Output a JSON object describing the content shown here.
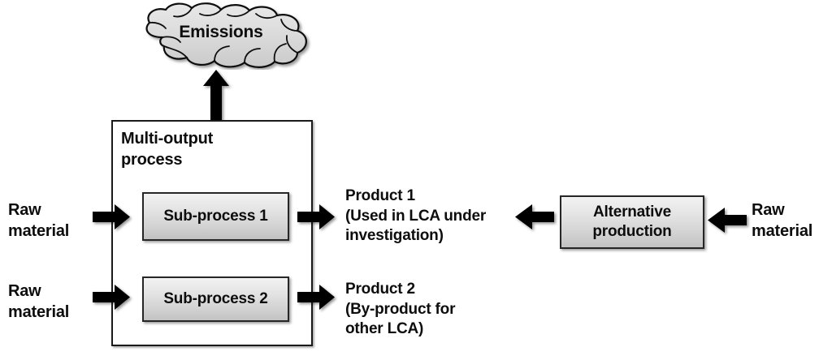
{
  "diagram": {
    "title": "Multi-output process LCA allocation diagram",
    "emissions": {
      "label": "Emissions",
      "shape": "cloud-shape"
    },
    "multi_output_process": {
      "label": "Multi-output\nprocess",
      "sub_processes": [
        {
          "label": "Sub-process 1"
        },
        {
          "label": "Sub-process 2"
        }
      ]
    },
    "inputs": [
      {
        "label": "Raw\nmaterial",
        "target": "sub-process-1"
      },
      {
        "label": "Raw\nmaterial",
        "target": "sub-process-2"
      },
      {
        "label": "Raw\nmaterial",
        "target": "alternative-production"
      }
    ],
    "outputs": [
      {
        "label": "Product 1\n(Used in LCA under\ninvestigation)"
      },
      {
        "label": "Product 2\n(By-product for\nother LCA)"
      }
    ],
    "alternative_production": {
      "label": "Alternative\nproduction"
    },
    "arrows": [
      {
        "name": "emissions-arrow",
        "direction": "up"
      },
      {
        "name": "raw-material-1-arrow",
        "direction": "right"
      },
      {
        "name": "raw-material-2-arrow",
        "direction": "right"
      },
      {
        "name": "product-1-arrow",
        "direction": "right"
      },
      {
        "name": "product-2-arrow",
        "direction": "right"
      },
      {
        "name": "alternative-to-product-1-arrow",
        "direction": "left"
      },
      {
        "name": "raw-material-3-arrow",
        "direction": "left"
      }
    ]
  },
  "colors": {
    "stroke": "#1a1a1a",
    "text": "#0d0d0d",
    "box_gradient_top": "#f2f2f2",
    "box_gradient_bottom": "#c2c2c2",
    "background": "#ffffff",
    "arrow_fill": "#000000"
  }
}
